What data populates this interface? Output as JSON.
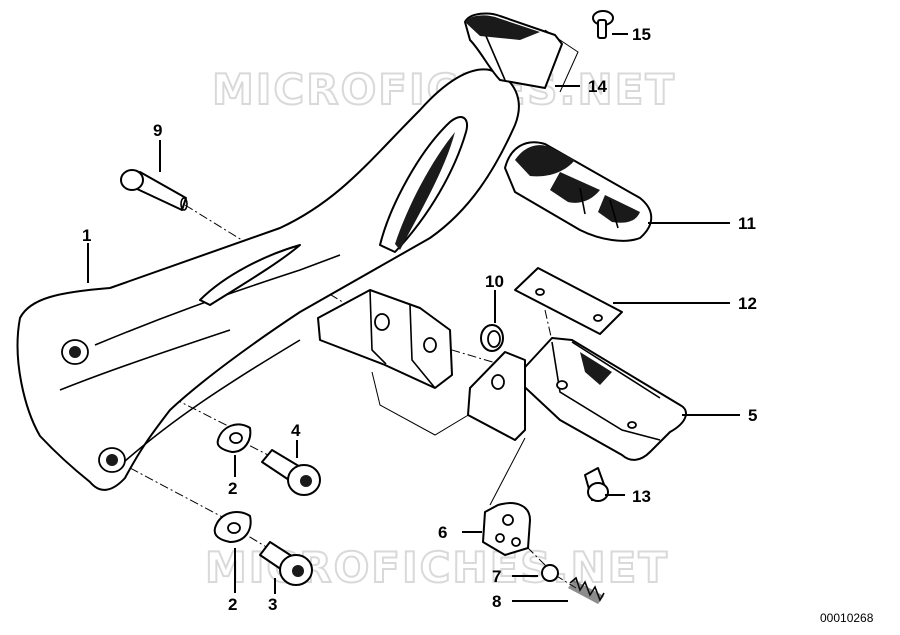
{
  "watermarks": [
    "MICROFICHES.NET",
    "MICROFICHES.NET"
  ],
  "callouts": {
    "c1": "1",
    "c2a": "2",
    "c2b": "2",
    "c3": "3",
    "c4": "4",
    "c5": "5",
    "c6": "6",
    "c7": "7",
    "c8": "8",
    "c9": "9",
    "c10": "10",
    "c11": "11",
    "c12": "12",
    "c13": "13",
    "c14": "14",
    "c15": "15"
  },
  "reference_number": "00010268"
}
